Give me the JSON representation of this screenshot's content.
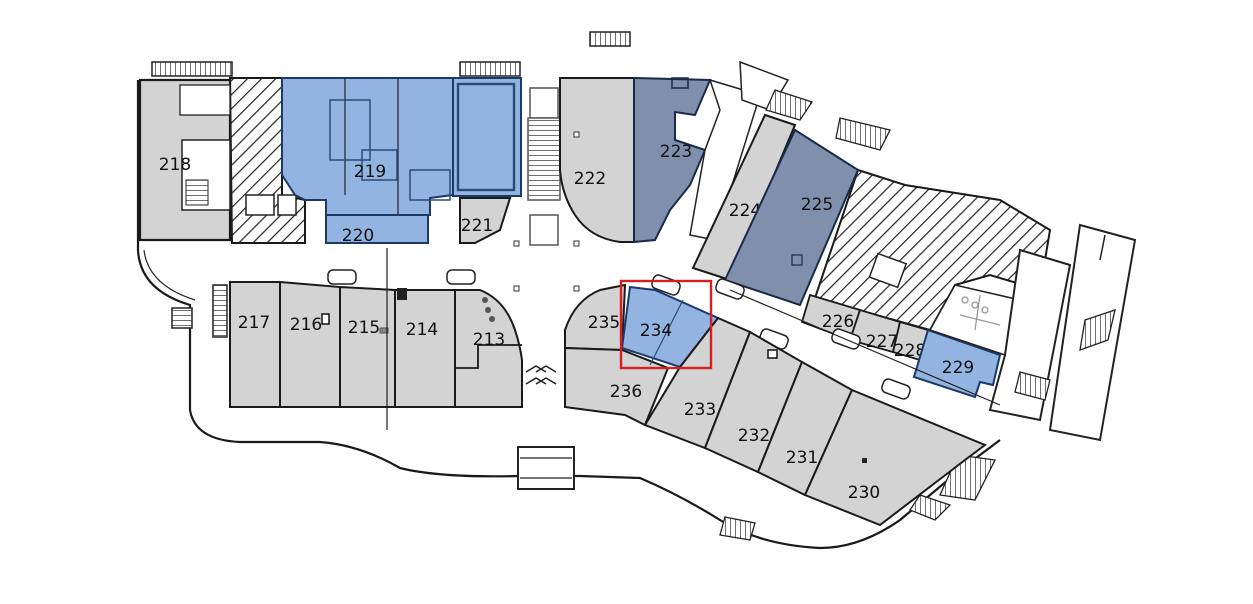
{
  "colors": {
    "available_light": "#d3d3d3",
    "leased_blue": "#93b3e0",
    "leased_slate": "#7f8fac",
    "hatch_stroke": "#222222",
    "highlight": "#d42020",
    "wall": "#1a1a1a",
    "background": "#ffffff"
  },
  "highlighted_unit": "234",
  "units": {
    "u213": {
      "label": "213",
      "status": "available"
    },
    "u214": {
      "label": "214",
      "status": "available"
    },
    "u215": {
      "label": "215",
      "status": "available"
    },
    "u216": {
      "label": "216",
      "status": "available"
    },
    "u217": {
      "label": "217",
      "status": "available"
    },
    "u218": {
      "label": "218",
      "status": "available"
    },
    "u219": {
      "label": "219",
      "status": "leased-blue"
    },
    "u220": {
      "label": "220",
      "status": "leased-blue"
    },
    "u221": {
      "label": "221",
      "status": "available"
    },
    "u222": {
      "label": "222",
      "status": "available"
    },
    "u223": {
      "label": "223",
      "status": "leased-slate"
    },
    "u224": {
      "label": "224",
      "status": "available"
    },
    "u225": {
      "label": "225",
      "status": "leased-slate"
    },
    "u226": {
      "label": "226",
      "status": "available"
    },
    "u227": {
      "label": "227",
      "status": "available"
    },
    "u228": {
      "label": "228",
      "status": "available"
    },
    "u229": {
      "label": "229",
      "status": "leased-blue"
    },
    "u230": {
      "label": "230",
      "status": "available"
    },
    "u231": {
      "label": "231",
      "status": "available"
    },
    "u232": {
      "label": "232",
      "status": "available"
    },
    "u233": {
      "label": "233",
      "status": "available"
    },
    "u234": {
      "label": "234",
      "status": "leased-blue"
    },
    "u235": {
      "label": "235",
      "status": "available"
    },
    "u236": {
      "label": "236",
      "status": "available"
    }
  }
}
